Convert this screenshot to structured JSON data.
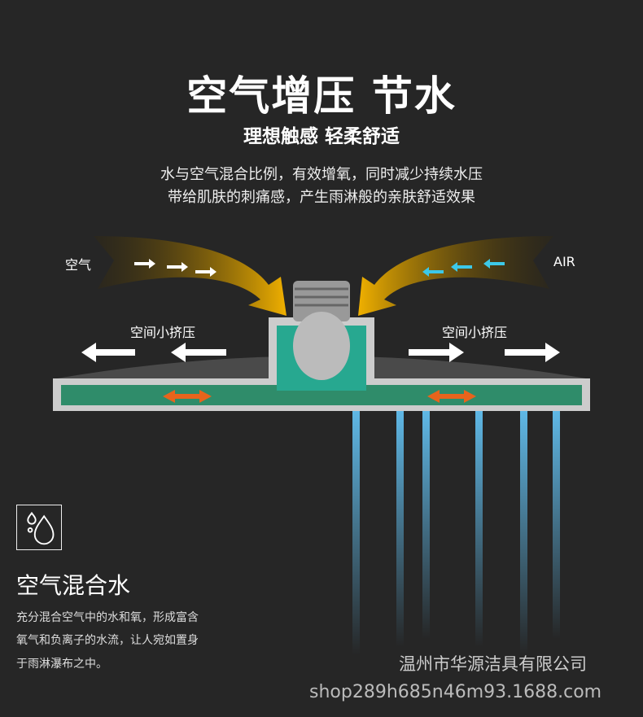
{
  "title": "空气增压 节水",
  "subtitle": "理想触感 轻柔舒适",
  "description": [
    "水与空气混合比例，有效增氧，同时减少持续水压",
    "带给肌肤的刺痛感，产生雨淋般的亲肤舒适效果"
  ],
  "diagram": {
    "air_left": "空气",
    "air_right": "AIR",
    "squeeze_left": "空间小挤压",
    "squeeze_right": "空间小挤压"
  },
  "feature": {
    "icon": "water-drops-icon",
    "title": "空气混合水",
    "text": [
      "充分混合空气中的水和氧，形成富含",
      "氧气和负离子的水流，让人宛如置身",
      "于雨淋瀑布之中。"
    ]
  },
  "watermark": {
    "company": "温州市华源洁具有限公司",
    "shop": "shop289h685n46m93.1688.com"
  },
  "colors": {
    "background": "#262626",
    "arrow": "#e8a400",
    "water": "#4aa8d8"
  }
}
